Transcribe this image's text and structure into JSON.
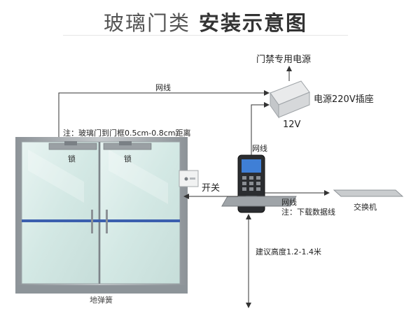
{
  "title": {
    "part1": "玻璃门类",
    "part2": "安装示意图"
  },
  "labels": {
    "access_power": "门禁专用电源",
    "network_top": "网线",
    "power_socket": "电源220V插座",
    "voltage": "12V",
    "note_glass_gap": "注：玻璃门到门框0.5cm-0.8cm距离",
    "network_vertical": "网线",
    "lock_left": "锁",
    "lock_right": "锁",
    "switch": "开关",
    "network_right": "网线",
    "note_download": "注：下载数据线",
    "switch_device": "交换机",
    "install_height": "建议高度1.2-1.4米",
    "floor_spring": "地弹簧"
  },
  "colors": {
    "glass": "#d9ece9",
    "frame": "#9aa0a5",
    "handle_bar": "#3b5fae",
    "line": "#333333"
  }
}
